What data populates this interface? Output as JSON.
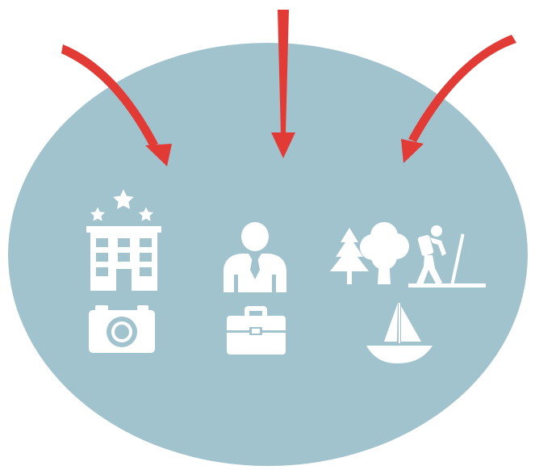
{
  "colors": {
    "background": "#ffffff",
    "ellipse": "#a1c3cd",
    "icon": "#ffffff",
    "arrow": "#e23a35"
  },
  "arrows": [
    {
      "icon": "curved-arrow-left-icon",
      "points_to": "accommodation-group"
    },
    {
      "icon": "straight-arrow-down-icon",
      "points_to": "business-group"
    },
    {
      "icon": "curved-arrow-right-icon",
      "points_to": "nature-group"
    }
  ],
  "groups": [
    {
      "name": "accommodation",
      "icons": [
        "hotel-three-stars-icon",
        "camera-icon"
      ]
    },
    {
      "name": "business",
      "icons": [
        "businessman-icon",
        "briefcase-icon"
      ]
    },
    {
      "name": "nature",
      "icons": [
        "pine-tree-icon",
        "deciduous-tree-icon",
        "hiker-icon",
        "sailboat-icon"
      ]
    }
  ]
}
